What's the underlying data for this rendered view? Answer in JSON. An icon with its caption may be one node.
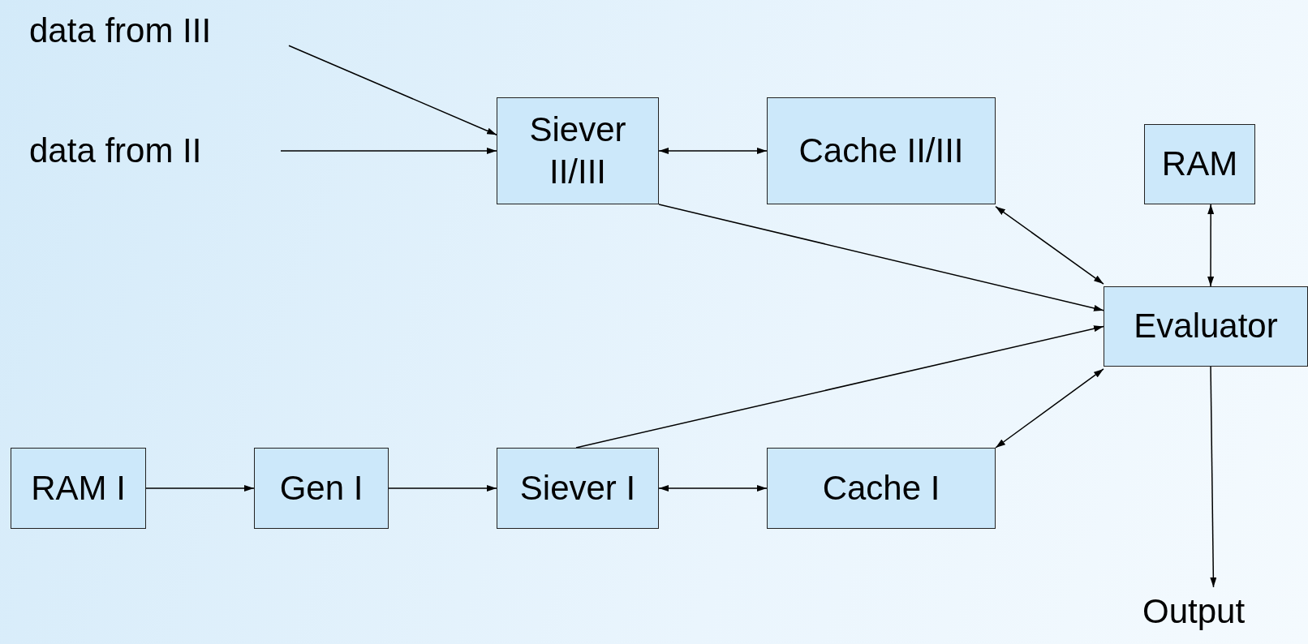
{
  "diagram": {
    "nodes": [
      {
        "text": [
          "data from III"
        ]
      },
      {
        "text": [
          "data from II"
        ]
      },
      {
        "text": [
          "Siever II/III"
        ]
      },
      {
        "text": [
          "Cache II/III"
        ]
      },
      {
        "text": [
          "RAM"
        ]
      },
      {
        "text": [
          "Evaluator"
        ]
      },
      {
        "text": [
          "RAM I"
        ]
      },
      {
        "text": [
          "Gen I"
        ]
      },
      {
        "text": [
          "Siever I"
        ]
      },
      {
        "text": [
          "Cache I"
        ]
      },
      {
        "text": [
          "Output"
        ]
      }
    ],
    "edges": [
      {
        "from": 0,
        "to": 2,
        "arrow": "to"
      },
      {
        "from": 1,
        "to": 2,
        "arrow": "to"
      },
      {
        "from": 2,
        "to": 3,
        "arrow": "both"
      },
      {
        "from": 2,
        "to": 5,
        "arrow": "to"
      },
      {
        "from": 3,
        "to": 5,
        "arrow": "both"
      },
      {
        "from": 4,
        "to": 5,
        "arrow": "both"
      },
      {
        "from": 8,
        "to": 5,
        "arrow": "to"
      },
      {
        "from": 9,
        "to": 5,
        "arrow": "both"
      },
      {
        "from": 6,
        "to": 7,
        "arrow": "to"
      },
      {
        "from": 7,
        "to": 8,
        "arrow": "to"
      },
      {
        "from": 8,
        "to": 9,
        "arrow": "both"
      },
      {
        "from": 5,
        "to": 10,
        "arrow": "to"
      }
    ]
  }
}
